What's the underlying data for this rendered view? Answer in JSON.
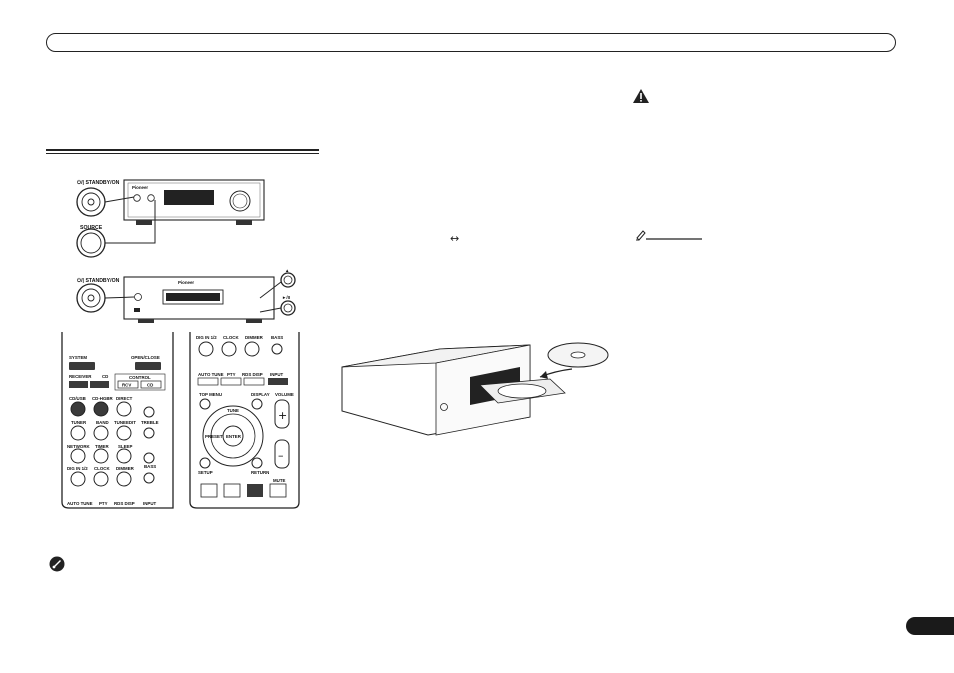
{
  "front_panel_top": {
    "standby_label": "STANDBY/ON",
    "source_label": "SOURCE",
    "brand": "Pioneer"
  },
  "front_panel_cd": {
    "standby_label": "STANDBY/ON",
    "eject_symbol": "▲",
    "play_pause_symbol": "►/II",
    "brand": "Pioneer"
  },
  "remote_left": {
    "system": "SYSTEM",
    "open_close": "OPEN/CLOSE",
    "receiver": "RECEIVER",
    "cd": "CD",
    "control": "CONTROL",
    "rcv": "RCV",
    "cd_button": "CD",
    "cd_usb": "CD/USB",
    "cd_hgbr": "CD-HGBR",
    "direct": "DIRECT",
    "tuner": "TUNER",
    "band": "BAND",
    "tune_edit": "TUNEEDIT",
    "treble": "TREBLE",
    "network": "NETWORK",
    "timer": "TIMER",
    "sleep": "SLEEP",
    "digin": "DIG IN 1/2",
    "clock": "CLOCK",
    "dimmer": "DIMMER",
    "bass": "BASS",
    "auto_tune": "AUTO TUNE",
    "pty": "PTY",
    "rds_disp": "RDS DISP",
    "input": "INPUT"
  },
  "remote_right": {
    "digin": "DIG IN 1/2",
    "clock": "CLOCK",
    "dimmer": "DIMMER",
    "bass": "BASS",
    "auto_tune": "AUTO TUNE",
    "pty": "PTY",
    "rds_disp": "RDS DISP",
    "input": "INPUT",
    "top_menu": "TOP MENU",
    "tune": "TUNE",
    "display": "DISPLAY",
    "volume": "VOLUME",
    "preset": "PRESET",
    "enter": "ENTER",
    "setup": "SETUP",
    "return": "RETURN",
    "mute": "MUTE"
  },
  "body_text": {
    "arrow_symbol": "↔"
  },
  "colors": {
    "ink": "#222222",
    "button_fill": "#ffffff",
    "dark_button": "#3a3a3a",
    "page_tab": "#1a1a1a"
  },
  "icons": [
    "important-icon",
    "warning-icon",
    "note-icon"
  ]
}
